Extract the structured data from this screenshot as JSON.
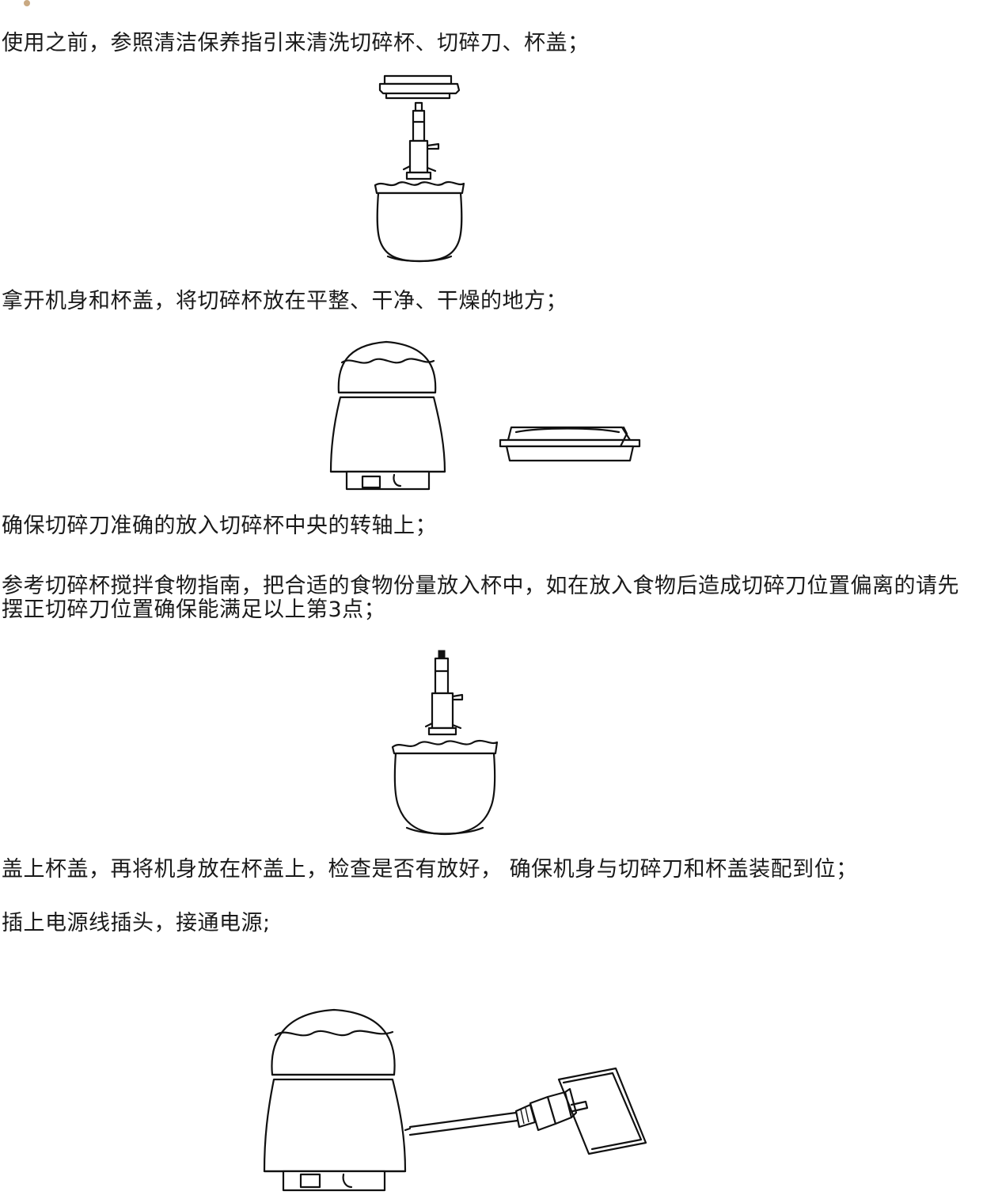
{
  "accent_color": "#c9a982",
  "steps": [
    "使用之前，参照清洁保养指引来清洗切碎杯、切碎刀、杯盖；",
    "拿开机身和杯盖，将切碎杯放在平整、干净、干燥的地方；",
    "确保切碎刀准确的放入切碎杯中央的转轴上；",
    "参考切碎杯搅拌食物指南，把合适的食物份量放入杯中，如在放入食物后造成切碎刀位置偏离的请先摆正切碎刀位置确保能满足以上第3点；",
    "盖上杯盖，再将机身放在杯盖上，检查是否有放好， 确保机身与切碎刀和杯盖装配到位；",
    "插上电源线插头，接通电源;"
  ]
}
